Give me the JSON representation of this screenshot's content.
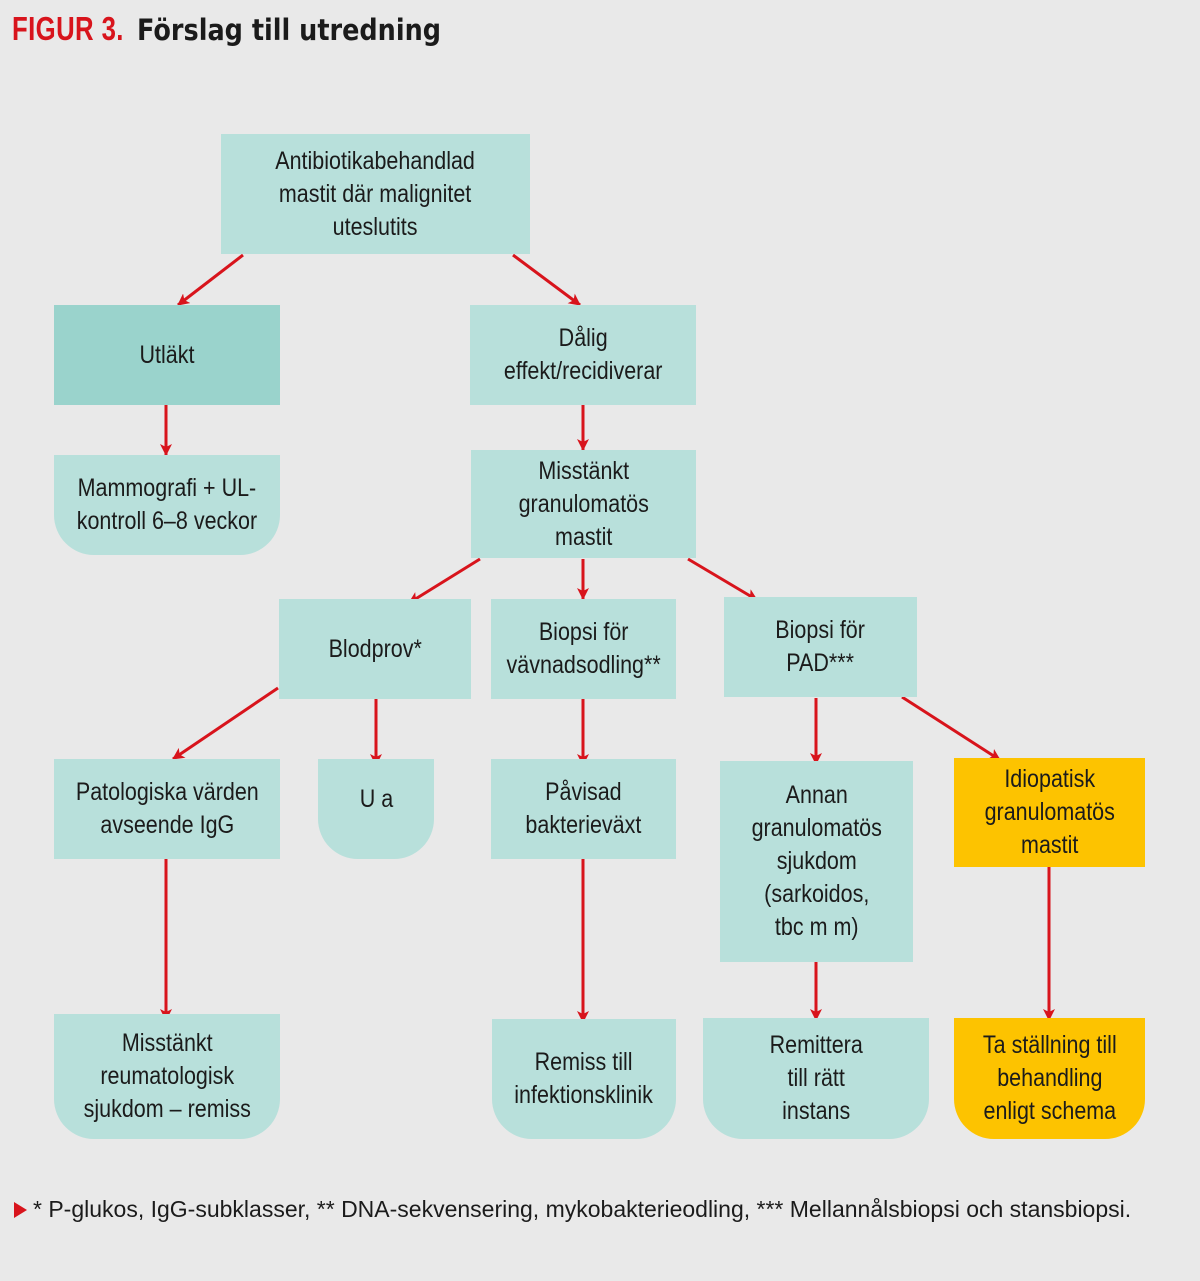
{
  "figure": {
    "label": "FIGUR 3.",
    "title": "Förslag till utredning"
  },
  "colors": {
    "box": "#b8e0db",
    "box_emphasis": "#9ad3cc",
    "box_highlight": "#fdc300",
    "arrow": "#d8141c",
    "label": "#d8141c"
  },
  "nodes": {
    "start": "Antibiotikabehandlad\nmastit där malignitet\nuteslutits",
    "healed": "Utläkt",
    "poor_effect": "Dålig\neffekt/recidiverar",
    "followup": "Mammografi + UL-\nkontroll 6–8 veckor",
    "suspected_gm": "Misstänkt\ngranulomatös\nmastit",
    "blood_test": "Blodprov*",
    "biopsy_culture": "Biopsi för\nvävnadsodling**",
    "biopsy_pad": "Biopsi för\nPAD***",
    "pathological_igg": "Patologiska värden\navseende IgG",
    "normal": "U a",
    "bacterial_growth": "Påvisad\nbakterieväxt",
    "other_granulomatous": "Annan\ngranulomatös\nsjukdom\n(sarkoidos,\ntbc m m)",
    "idiopathic_gm": "Idiopatisk\ngranulomatös\nmastit",
    "rheumatologic_referral": "Misstänkt\nreumatologisk\nsjukdom – remiss",
    "infection_referral": "Remiss till\ninfektionsklinik",
    "refer_correct": "Remittera\ntill rätt\ninstans",
    "treatment_decision": "Ta ställning till\nbehandling\nenligt schema"
  },
  "edges": [
    [
      "start",
      "healed"
    ],
    [
      "start",
      "poor_effect"
    ],
    [
      "healed",
      "followup"
    ],
    [
      "poor_effect",
      "suspected_gm"
    ],
    [
      "suspected_gm",
      "blood_test"
    ],
    [
      "suspected_gm",
      "biopsy_culture"
    ],
    [
      "suspected_gm",
      "biopsy_pad"
    ],
    [
      "blood_test",
      "pathological_igg"
    ],
    [
      "blood_test",
      "normal"
    ],
    [
      "biopsy_culture",
      "bacterial_growth"
    ],
    [
      "biopsy_pad",
      "other_granulomatous"
    ],
    [
      "biopsy_pad",
      "idiopathic_gm"
    ],
    [
      "pathological_igg",
      "rheumatologic_referral"
    ],
    [
      "bacterial_growth",
      "infection_referral"
    ],
    [
      "other_granulomatous",
      "refer_correct"
    ],
    [
      "idiopathic_gm",
      "treatment_decision"
    ]
  ],
  "footnote": "* P-glukos, IgG-subklasser, ** DNA-sekvensering, mykobakterieodling, *** Mellannålsbiopsi och stansbiopsi."
}
